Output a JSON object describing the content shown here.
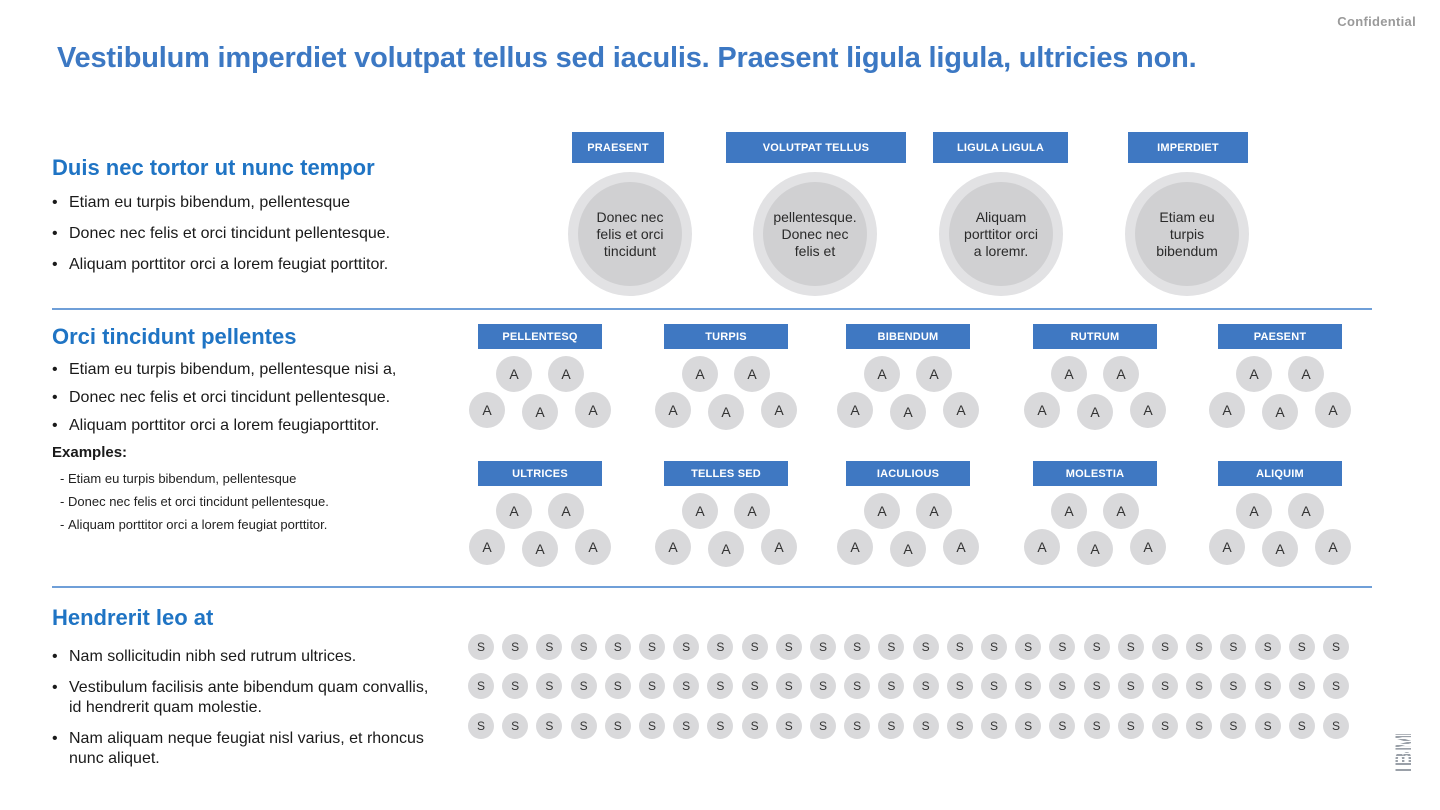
{
  "header": {
    "confidential": "Confidential",
    "title": "Vestibulum imperdiet volutpat tellus sed iaculis. Praesent ligula ligula, ultricies non."
  },
  "section1": {
    "heading": "Duis nec tortor ut nunc tempor",
    "bullets": [
      "Etiam eu turpis bibendum, pellentesque",
      "Donec nec felis et orci tincidunt pellentesque.",
      "Aliquam porttitor orci a lorem feugiat porttitor."
    ],
    "columns": [
      {
        "label": "PRAESENT",
        "circle_text": "Donec nec felis et orci tincidunt"
      },
      {
        "label": "VOLUTPAT TELLUS",
        "circle_text": "pellentesque. Donec nec felis et"
      },
      {
        "label": "LIGULA LIGULA",
        "circle_text": "Aliquam porttitor orci a loremr."
      },
      {
        "label": "IMPERDIET",
        "circle_text": "Etiam eu turpis bibendum"
      }
    ]
  },
  "section2": {
    "heading": "Orci tincidunt pellentes",
    "bullets": [
      "Etiam eu turpis bibendum, pellentesque nisi a,",
      "Donec nec felis et orci tincidunt pellentesque.",
      "Aliquam porttitor orci a lorem feugiaporttitor."
    ],
    "examples_label": "Examples:",
    "examples": [
      "Etiam eu turpis bibendum, pellentesque",
      "Donec nec felis et orci tincidunt pellentesque.",
      "Aliquam porttitor orci a lorem feugiat porttitor."
    ],
    "groups_row1": [
      "PELLENTESQ",
      "TURPIS",
      "BIBENDUM",
      "RUTRUM",
      "PAESENT"
    ],
    "groups_row2": [
      "ULTRICES",
      "TELLES SED",
      "IACULIOUS",
      "MOLESTIA",
      "ALIQUIM"
    ],
    "circle_letter": "A"
  },
  "section3": {
    "heading": "Hendrerit leo at",
    "bullets": [
      "Nam sollicitudin nibh sed rutrum ultrices.",
      "Vestibulum facilisis ante bibendum quam convallis, id hendrerit quam molestie.",
      "Nam aliquam neque feugiat nisl varius, et rhoncus nunc aliquet."
    ],
    "dot_letter": "S",
    "dot_rows": 3,
    "dots_per_row": 26
  },
  "logo": "IBM",
  "colors": {
    "title_blue": "#3c78c3",
    "heading_blue": "#1f74c4",
    "box_blue": "#3f78c2",
    "circle_gray": "#d9d9db",
    "divider": "#6f9fd8"
  }
}
